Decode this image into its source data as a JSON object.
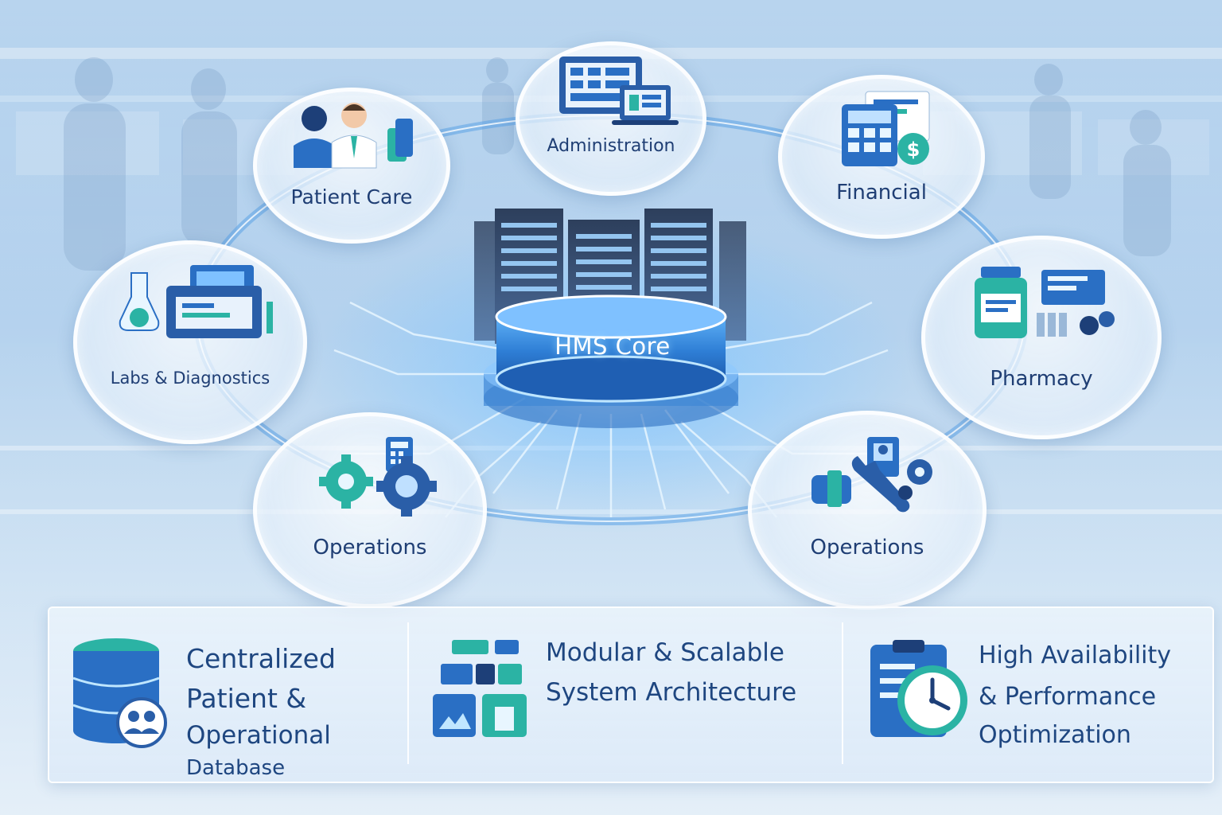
{
  "core": {
    "label": "HMS Core"
  },
  "modules": {
    "patient_care": {
      "label": "Patient Care",
      "icon": "doctor-nurse-icon"
    },
    "administration": {
      "label": "Administration",
      "icon": "computer-screens-icon"
    },
    "financial": {
      "label": "Financial",
      "icon": "calculator-dollar-icon"
    },
    "labs": {
      "label": "Labs & Diagnostics",
      "icon": "lab-equipment-icon"
    },
    "pharmacy": {
      "label": "Pharmacy",
      "icon": "medicine-bottles-icon"
    },
    "operations_left": {
      "label": "Operations",
      "icon": "gears-icon"
    },
    "operations_right": {
      "label": "Operations",
      "icon": "wrench-gear-icon"
    }
  },
  "features": [
    {
      "lines": [
        "Centralized",
        "Patient &",
        "Operational",
        "Database"
      ],
      "icon": "database-users-icon"
    },
    {
      "lines": [
        "Modular & Scalable",
        "System Architecture"
      ],
      "icon": "modular-blocks-icon"
    },
    {
      "lines": [
        "High Availability",
        "& Performance",
        "Optimization"
      ],
      "icon": "clipboard-clock-icon"
    }
  ],
  "colors": {
    "primary_text": "#1f3e74",
    "accent_teal": "#2bb3a4",
    "accent_blue": "#2a6fc4",
    "core_glow": "#4aa8f5"
  }
}
